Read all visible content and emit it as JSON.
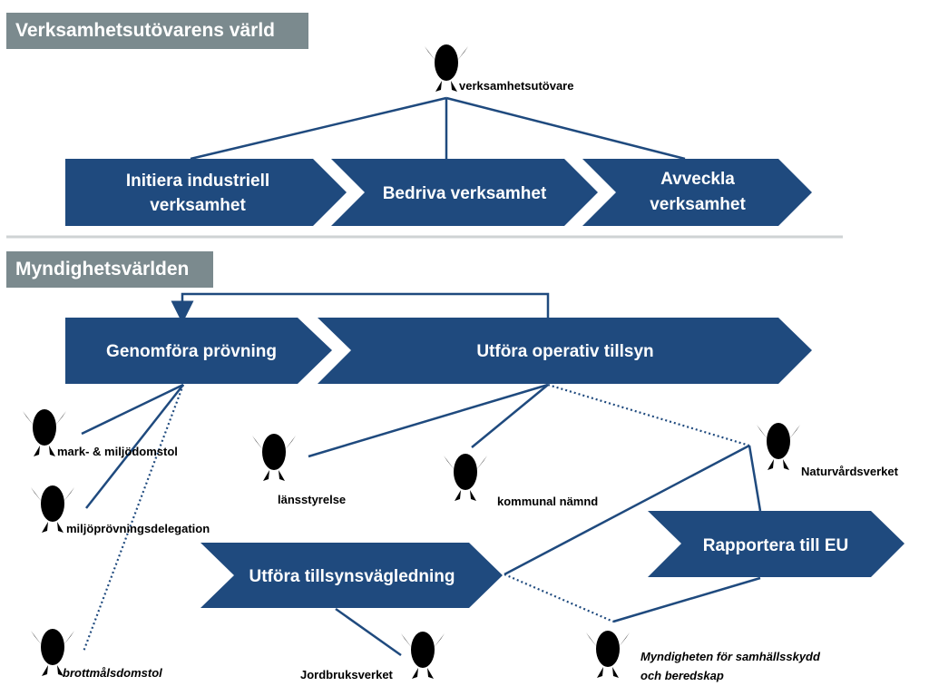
{
  "sections": {
    "business_world": "Verksamhetsutövarens värld",
    "authority_world": "Myndighetsvärlden"
  },
  "top_actor": "verksamhetsutövare",
  "top_arrows": [
    {
      "line1": "Initiera industriell",
      "line2": "verksamhet"
    },
    {
      "line1": "Bedriva verksamhet",
      "line2": ""
    },
    {
      "line1": "Avveckla",
      "line2": "verksamhet"
    }
  ],
  "authority_arrows": {
    "proving": "Genomföra prövning",
    "supervision": "Utföra operativ tillsyn",
    "guidance": "Utföra tillsynsvägledning",
    "report": "Rapportera till EU"
  },
  "actors": {
    "mark_court": "mark- & miljödomstol",
    "delegation": "miljöprövningsdelegation",
    "criminal_court": "brottmålsdomstol",
    "county_board": "länsstyrelse",
    "municipal_board": "kommunal  nämnd",
    "epa": "Naturvårdsverket",
    "agriculture": "Jordbruksverket",
    "msb_line1": "Myndigheten för samhällsskydd",
    "msb_line2": "och beredskap"
  },
  "colors": {
    "arrow": "#1f4a7e",
    "banner": "#7b8a8e",
    "divider": "#cfd3d4"
  }
}
